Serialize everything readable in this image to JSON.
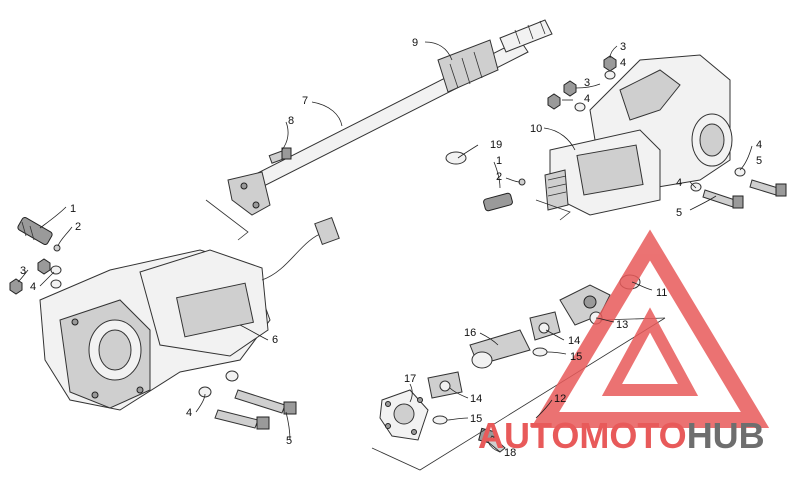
{
  "callouts": [
    {
      "id": "c9",
      "text": "9"
    },
    {
      "id": "c7",
      "text": "7"
    },
    {
      "id": "c8",
      "text": "8"
    },
    {
      "id": "c1a",
      "text": "1"
    },
    {
      "id": "c2a",
      "text": "2"
    },
    {
      "id": "c3a",
      "text": "3"
    },
    {
      "id": "c4a",
      "text": "4"
    },
    {
      "id": "c6",
      "text": "6"
    },
    {
      "id": "c4b",
      "text": "4"
    },
    {
      "id": "c5a",
      "text": "5"
    },
    {
      "id": "c3b",
      "text": "3"
    },
    {
      "id": "c4c",
      "text": "4"
    },
    {
      "id": "c3c",
      "text": "3"
    },
    {
      "id": "c4d",
      "text": "4"
    },
    {
      "id": "c10",
      "text": "10"
    },
    {
      "id": "c19",
      "text": "19"
    },
    {
      "id": "c1b",
      "text": "1"
    },
    {
      "id": "c2b",
      "text": "2"
    },
    {
      "id": "c4e",
      "text": "4"
    },
    {
      "id": "c5b",
      "text": "5"
    },
    {
      "id": "c4f",
      "text": "4"
    },
    {
      "id": "c5c",
      "text": "5"
    },
    {
      "id": "c11",
      "text": "11"
    },
    {
      "id": "c13",
      "text": "13"
    },
    {
      "id": "c16",
      "text": "16"
    },
    {
      "id": "c14a",
      "text": "14"
    },
    {
      "id": "c15a",
      "text": "15"
    },
    {
      "id": "c17",
      "text": "17"
    },
    {
      "id": "c14b",
      "text": "14"
    },
    {
      "id": "c15b",
      "text": "15"
    },
    {
      "id": "c12",
      "text": "12"
    },
    {
      "id": "c18",
      "text": "18"
    }
  ],
  "watermark": {
    "text_part1": "AUTO",
    "text_part2": "MOTO",
    "text_part3": "HUB",
    "color_red": "#e85a5a",
    "color_gray": "#6e6e6e"
  }
}
